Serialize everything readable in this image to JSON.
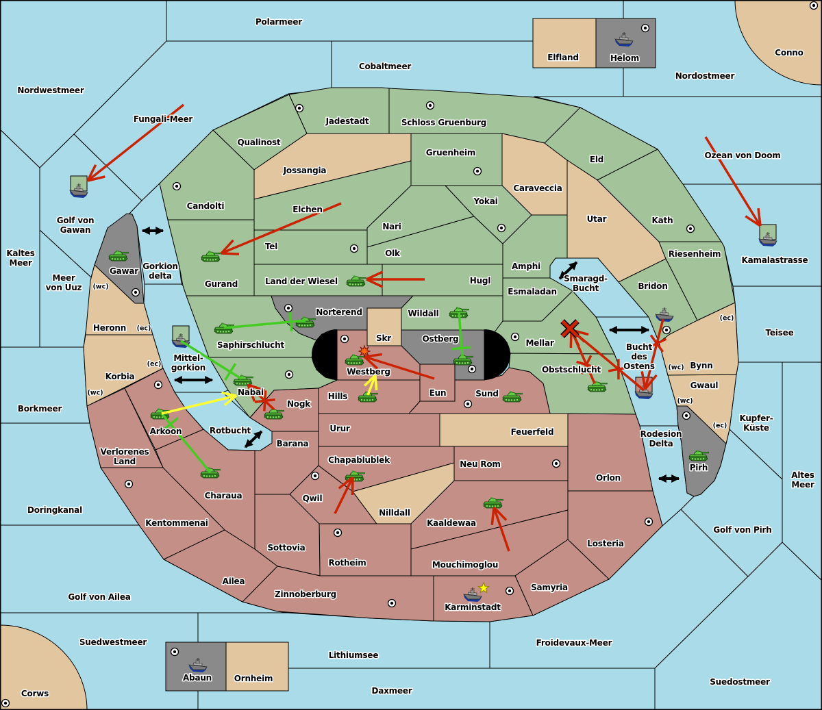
{
  "colors": {
    "sea": "#A9DCE8",
    "green": "#A3C49A",
    "pink": "#C38F86",
    "gray": "#8A8A8A",
    "neutral": "#E1C69F",
    "move": "#CC2200",
    "support": "#44CC22",
    "support_move": "#FFFF33",
    "passage": "#000000"
  },
  "territories": {
    "nordwestmeer": {
      "kind": "sea",
      "label": [
        "Nordwestmeer"
      ]
    },
    "polarmeer": {
      "kind": "sea",
      "label": [
        "Polarmeer"
      ]
    },
    "nordostmeer": {
      "kind": "sea",
      "label": [
        "Nordostmeer"
      ]
    },
    "cobaltmeer": {
      "kind": "sea",
      "label": [
        "Cobaltmeer"
      ]
    },
    "fungali_meer": {
      "kind": "sea",
      "label": [
        "Fungali-Meer"
      ]
    },
    "golf_von_gawan": {
      "kind": "sea",
      "label": [
        "Golf von",
        "Gawan"
      ]
    },
    "kaltes_meer": {
      "kind": "sea",
      "label": [
        "Kaltes",
        "Meer"
      ]
    },
    "meer_von_uuz": {
      "kind": "sea",
      "label": [
        "Meer",
        "von Uuz"
      ]
    },
    "gorkion_delta": {
      "kind": "sea",
      "label": [
        "Gorkion",
        "delta"
      ]
    },
    "mittelgorkion": {
      "kind": "sea",
      "label": [
        "Mittel-",
        "gorkion"
      ]
    },
    "rotbucht": {
      "kind": "sea",
      "label": [
        "Rotbucht"
      ]
    },
    "borkmeer": {
      "kind": "sea",
      "label": [
        "Borkmeer"
      ]
    },
    "doringkanal": {
      "kind": "sea",
      "label": [
        "Doringkanal"
      ]
    },
    "golf_von_ailea": {
      "kind": "sea",
      "label": [
        "Golf von Ailea"
      ]
    },
    "suedwestmeer": {
      "kind": "sea",
      "label": [
        "Suedwestmeer"
      ]
    },
    "lithiumsee": {
      "kind": "sea",
      "label": [
        "Lithiumsee"
      ]
    },
    "daxmeer": {
      "kind": "sea",
      "label": [
        "Daxmeer"
      ]
    },
    "froidevaux_meer": {
      "kind": "sea",
      "label": [
        "Froidevaux-Meer"
      ]
    },
    "suedostmeer": {
      "kind": "sea",
      "label": [
        "Suedostmeer"
      ]
    },
    "golf_von_pirh": {
      "kind": "sea",
      "label": [
        "Golf von Pirh"
      ]
    },
    "altes_meer": {
      "kind": "sea",
      "label": [
        "Altes",
        "Meer"
      ]
    },
    "kupfer_kueste": {
      "kind": "sea",
      "label": [
        "Kupfer-",
        "Küste"
      ]
    },
    "teisee": {
      "kind": "sea",
      "label": [
        "Teisee"
      ]
    },
    "kamalastrasse": {
      "kind": "sea",
      "label": [
        "Kamalastrasse"
      ]
    },
    "ozean_von_doom": {
      "kind": "sea",
      "label": [
        "Ozean von Doom"
      ]
    },
    "rodesion_delta": {
      "kind": "sea",
      "label": [
        "Rodesion",
        "Delta"
      ]
    },
    "bucht_des_ostens": {
      "kind": "sea",
      "label": [
        "Bucht",
        "des",
        "Ostens"
      ]
    },
    "smaragd_bucht": {
      "kind": "sea",
      "label": [
        "Smaragd-",
        "Bucht"
      ]
    },
    "conno": {
      "kind": "land",
      "owner": "neutral",
      "supply_center": true,
      "label": [
        "Conno"
      ]
    },
    "corws": {
      "kind": "land",
      "owner": "neutral",
      "supply_center": true,
      "label": [
        "Corws"
      ]
    },
    "elfland": {
      "kind": "land",
      "owner": "neutral",
      "supply_center": false,
      "label": [
        "Elfland"
      ]
    },
    "helom": {
      "kind": "land",
      "owner": "gray",
      "supply_center": true,
      "label": [
        "Helom"
      ]
    },
    "abaun": {
      "kind": "land",
      "owner": "gray",
      "supply_center": true,
      "label": [
        "Abaun"
      ]
    },
    "ornheim": {
      "kind": "land",
      "owner": "neutral",
      "supply_center": false,
      "label": [
        "Ornheim"
      ]
    },
    "qualinost": {
      "kind": "land",
      "owner": "green",
      "supply_center": false,
      "label": [
        "Qualinost"
      ]
    },
    "jadestadt": {
      "kind": "land",
      "owner": "green",
      "supply_center": true,
      "label": [
        "Jadestadt"
      ]
    },
    "schloss_gruenburg": {
      "kind": "land",
      "owner": "green",
      "supply_center": true,
      "label": [
        "Schloss Gruenburg"
      ]
    },
    "candolti": {
      "kind": "land",
      "owner": "green",
      "supply_center": true,
      "label": [
        "Candolti"
      ]
    },
    "gurand": {
      "kind": "land",
      "owner": "green",
      "supply_center": false,
      "label": [
        "Gurand"
      ]
    },
    "jossangia": {
      "kind": "land",
      "owner": "neutral",
      "supply_center": false,
      "label": [
        "Jossangia"
      ]
    },
    "elchen": {
      "kind": "land",
      "owner": "green",
      "supply_center": false,
      "label": [
        "Elchen"
      ]
    },
    "tel": {
      "kind": "land",
      "owner": "green",
      "supply_center": true,
      "label": [
        "Tel"
      ]
    },
    "nari": {
      "kind": "land",
      "owner": "green",
      "supply_center": false,
      "label": [
        "Nari"
      ]
    },
    "olk": {
      "kind": "land",
      "owner": "green",
      "supply_center": false,
      "label": [
        "Olk"
      ]
    },
    "gruenheim": {
      "kind": "land",
      "owner": "green",
      "supply_center": true,
      "label": [
        "Gruenheim"
      ]
    },
    "caraveccia": {
      "kind": "land",
      "owner": "neutral",
      "supply_center": false,
      "label": [
        "Caraveccia"
      ]
    },
    "yokai": {
      "kind": "land",
      "owner": "green",
      "supply_center": true,
      "label": [
        "Yokai"
      ]
    },
    "amphi": {
      "kind": "land",
      "owner": "green",
      "supply_center": false,
      "label": [
        "Amphi"
      ]
    },
    "land_der_wiesel": {
      "kind": "land",
      "owner": "green",
      "supply_center": false,
      "label": [
        "Land der Wiesel"
      ]
    },
    "hugl": {
      "kind": "land",
      "owner": "green",
      "supply_center": false,
      "label": [
        "Hugl"
      ]
    },
    "esmaladan": {
      "kind": "land",
      "owner": "green",
      "supply_center": false,
      "label": [
        "Esmaladan"
      ]
    },
    "eld": {
      "kind": "land",
      "owner": "green",
      "supply_center": false,
      "label": [
        "Eld"
      ]
    },
    "utar": {
      "kind": "land",
      "owner": "neutral",
      "supply_center": false,
      "label": [
        "Utar"
      ]
    },
    "kath": {
      "kind": "land",
      "owner": "green",
      "supply_center": true,
      "label": [
        "Kath"
      ]
    },
    "riesenheim": {
      "kind": "land",
      "owner": "green",
      "supply_center": false,
      "label": [
        "Riesenheim"
      ]
    },
    "bridon": {
      "kind": "land",
      "owner": "green",
      "supply_center": true,
      "label": [
        "Bridon"
      ]
    },
    "bynn": {
      "kind": "land",
      "owner": "neutral",
      "supply_center": false,
      "label": [
        "Bynn"
      ]
    },
    "gwaul": {
      "kind": "land",
      "owner": "neutral",
      "supply_center": false,
      "label": [
        "Gwaul"
      ]
    },
    "pirh": {
      "kind": "land",
      "owner": "gray",
      "supply_center": true,
      "label": [
        "Pirh"
      ]
    },
    "gawar": {
      "kind": "land",
      "owner": "gray",
      "supply_center": true,
      "label": [
        "Gawar"
      ]
    },
    "heronn": {
      "kind": "land",
      "owner": "neutral",
      "supply_center": false,
      "label": [
        "Heronn"
      ]
    },
    "korbia": {
      "kind": "land",
      "owner": "neutral",
      "supply_center": false,
      "label": [
        "Korbia"
      ]
    },
    "saphirschlucht": {
      "kind": "land",
      "owner": "green",
      "supply_center": false,
      "label": [
        "Saphirschlucht"
      ]
    },
    "norterend": {
      "kind": "land",
      "owner": "gray",
      "supply_center": true,
      "label": [
        "Norterend"
      ]
    },
    "wildall": {
      "kind": "land",
      "owner": "green",
      "supply_center": false,
      "label": [
        "Wildall"
      ]
    },
    "skr": {
      "kind": "land",
      "owner": "neutral",
      "supply_center": false,
      "label": [
        "Skr"
      ]
    },
    "westberg": {
      "kind": "land",
      "owner": "pink",
      "supply_center": true,
      "label": [
        "Westberg"
      ]
    },
    "ostberg": {
      "kind": "land",
      "owner": "gray",
      "supply_center": true,
      "label": [
        "Ostberg"
      ]
    },
    "eun": {
      "kind": "land",
      "owner": "pink",
      "supply_center": false,
      "label": [
        "Eun"
      ]
    },
    "mellar": {
      "kind": "land",
      "owner": "green",
      "supply_center": true,
      "label": [
        "Mellar"
      ]
    },
    "obstschlucht": {
      "kind": "land",
      "owner": "green",
      "supply_center": false,
      "label": [
        "Obstschlucht"
      ]
    },
    "sund": {
      "kind": "land",
      "owner": "pink",
      "supply_center": true,
      "label": [
        "Sund"
      ]
    },
    "hills": {
      "kind": "land",
      "owner": "pink",
      "supply_center": false,
      "label": [
        "Hills"
      ]
    },
    "nabai": {
      "kind": "land",
      "owner": "green",
      "supply_center": true,
      "label": [
        "Nabai"
      ]
    },
    "nogk": {
      "kind": "land",
      "owner": "pink",
      "supply_center": false,
      "label": [
        "Nogk"
      ]
    },
    "urur": {
      "kind": "land",
      "owner": "pink",
      "supply_center": false,
      "label": [
        "Urur"
      ]
    },
    "feuerfeld": {
      "kind": "land",
      "owner": "neutral",
      "supply_center": false,
      "label": [
        "Feuerfeld"
      ]
    },
    "orlon": {
      "kind": "land",
      "owner": "pink",
      "supply_center": false,
      "label": [
        "Orlon"
      ]
    },
    "barana": {
      "kind": "land",
      "owner": "pink",
      "supply_center": false,
      "label": [
        "Barana"
      ]
    },
    "chapablublek": {
      "kind": "land",
      "owner": "pink",
      "supply_center": false,
      "label": [
        "Chapablublek"
      ]
    },
    "neu_rom": {
      "kind": "land",
      "owner": "pink",
      "supply_center": true,
      "label": [
        "Neu Rom"
      ]
    },
    "qwil": {
      "kind": "land",
      "owner": "pink",
      "supply_center": true,
      "label": [
        "Qwil"
      ]
    },
    "nilldall": {
      "kind": "land",
      "owner": "neutral",
      "supply_center": false,
      "label": [
        "Nilldall"
      ]
    },
    "kaaldewaa": {
      "kind": "land",
      "owner": "pink",
      "supply_center": false,
      "label": [
        "Kaaldewaa"
      ]
    },
    "mouchimoglou": {
      "kind": "land",
      "owner": "pink",
      "supply_center": false,
      "label": [
        "Mouchimoglou"
      ]
    },
    "losteria": {
      "kind": "land",
      "owner": "pink",
      "supply_center": true,
      "label": [
        "Losteria"
      ]
    },
    "samyria": {
      "kind": "land",
      "owner": "pink",
      "supply_center": false,
      "label": [
        "Samyria"
      ]
    },
    "karminstadt": {
      "kind": "land",
      "owner": "pink",
      "supply_center": true,
      "label": [
        "Karminstadt"
      ]
    },
    "rotheim": {
      "kind": "land",
      "owner": "pink",
      "supply_center": true,
      "label": [
        "Rotheim"
      ]
    },
    "sottovia": {
      "kind": "land",
      "owner": "pink",
      "supply_center": false,
      "label": [
        "Sottovia"
      ]
    },
    "zinnoberburg": {
      "kind": "land",
      "owner": "pink",
      "supply_center": true,
      "label": [
        "Zinnoberburg"
      ]
    },
    "ailea": {
      "kind": "land",
      "owner": "pink",
      "supply_center": false,
      "label": [
        "Ailea"
      ]
    },
    "kentommenai": {
      "kind": "land",
      "owner": "pink",
      "supply_center": true,
      "label": [
        "Kentommenai"
      ]
    },
    "charaua": {
      "kind": "land",
      "owner": "pink",
      "supply_center": false,
      "label": [
        "Charaua"
      ]
    },
    "verlorenes_land": {
      "kind": "land",
      "owner": "pink",
      "supply_center": false,
      "label": [
        "Verlorenes",
        "Land"
      ]
    },
    "arkoon": {
      "kind": "land",
      "owner": "pink",
      "supply_center": true,
      "label": [
        "Arkoon"
      ]
    }
  },
  "coast_labels": [
    {
      "territory": "heronn",
      "text": "(wc)"
    },
    {
      "territory": "heronn",
      "text": "(ec)"
    },
    {
      "territory": "korbia",
      "text": "(ec)"
    },
    {
      "territory": "korbia",
      "text": "(wc)"
    },
    {
      "territory": "bynn",
      "text": "(ec)"
    },
    {
      "territory": "bynn",
      "text": "(wc)"
    },
    {
      "territory": "gwaul",
      "text": "(wc)"
    },
    {
      "territory": "gwaul",
      "text": "(ec)"
    }
  ],
  "passages": [
    "gorkion_delta",
    "mittelgorkion",
    "rotbucht",
    "smaragd_bucht",
    "bucht_des_ostens",
    "rodesion_delta"
  ],
  "units": [
    {
      "type": "army",
      "territory": "gawar"
    },
    {
      "type": "army",
      "territory": "gurand"
    },
    {
      "type": "army",
      "territory": "land_der_wiesel"
    },
    {
      "type": "army",
      "territory": "saphirschlucht"
    },
    {
      "type": "army",
      "territory": "norterend"
    },
    {
      "type": "army",
      "territory": "wildall"
    },
    {
      "type": "army",
      "territory": "ostberg"
    },
    {
      "type": "army",
      "territory": "westberg"
    },
    {
      "type": "army",
      "territory": "hills"
    },
    {
      "type": "army",
      "territory": "sund"
    },
    {
      "type": "army",
      "territory": "nabai"
    },
    {
      "type": "army",
      "territory": "nogk"
    },
    {
      "type": "army",
      "territory": "arkoon"
    },
    {
      "type": "army",
      "territory": "charaua"
    },
    {
      "type": "army",
      "territory": "chapablublek"
    },
    {
      "type": "army",
      "territory": "kaaldewaa"
    },
    {
      "type": "army",
      "territory": "obstschlucht"
    },
    {
      "type": "army",
      "territory": "pirh"
    },
    {
      "type": "fleet",
      "territory": "golf_von_gawan",
      "owner_marker": "green"
    },
    {
      "type": "fleet",
      "territory": "helom"
    },
    {
      "type": "fleet",
      "territory": "kamalastrasse",
      "owner_marker": "green"
    },
    {
      "type": "fleet",
      "territory": "mittelgorkion",
      "owner_marker": "green"
    },
    {
      "type": "fleet",
      "territory": "bridon"
    },
    {
      "type": "fleet",
      "territory": "bucht_des_ostens",
      "owner_marker": "pink"
    },
    {
      "type": "fleet",
      "territory": "karminstadt"
    },
    {
      "type": "fleet",
      "territory": "abaun"
    }
  ],
  "orders": [
    {
      "type": "move",
      "unit": "fleet",
      "from": "fungali_meer",
      "to": "golf_von_gawan",
      "failed": false
    },
    {
      "type": "move",
      "unit": "army",
      "from": "elchen",
      "to": "gurand",
      "failed": false
    },
    {
      "type": "move",
      "unit": "army",
      "from": "hugl",
      "to": "land_der_wiesel",
      "failed": false
    },
    {
      "type": "move",
      "unit": "army",
      "from": "eun",
      "to": "westberg",
      "failed": false
    },
    {
      "type": "move",
      "unit": "fleet",
      "from": "ozean_von_doom",
      "to": "kamalastrasse",
      "failed": false
    },
    {
      "type": "move",
      "unit": "army",
      "from": "qwil",
      "to": "chapablublek",
      "failed": false
    },
    {
      "type": "move",
      "unit": "army",
      "from": "mouchimoglou",
      "to": "kaaldewaa",
      "failed": false
    },
    {
      "type": "move",
      "unit": "army",
      "from": "obstschlucht",
      "to": "mellar",
      "failed": true
    },
    {
      "type": "move",
      "unit": "fleet",
      "from": "bucht_des_ostens",
      "to": "mellar",
      "failed": true
    },
    {
      "type": "move",
      "unit": "fleet",
      "from": "bridon",
      "to": "bucht_des_ostens",
      "failed": true
    },
    {
      "type": "move",
      "unit": "army",
      "from": "nogk",
      "to": "nabai",
      "failed": true
    },
    {
      "type": "support",
      "unit": "army",
      "from": "saphirschlucht",
      "to": "norterend"
    },
    {
      "type": "support",
      "unit": "army",
      "from": "wildall",
      "to": "ostberg"
    },
    {
      "type": "support",
      "unit": "fleet",
      "from": "mittelgorkion",
      "to": "nabai"
    },
    {
      "type": "support",
      "unit": "army",
      "from": "charaua",
      "to": "arkoon"
    },
    {
      "type": "support_move",
      "unit": "army",
      "from": "arkoon",
      "to": "nabai"
    },
    {
      "type": "support_move",
      "unit": "army",
      "from": "hills",
      "to": "westberg"
    }
  ],
  "markers": [
    {
      "type": "standoff",
      "territory": "mellar"
    },
    {
      "type": "dislodged",
      "territory": "westberg"
    },
    {
      "type": "star",
      "territory": "karminstadt"
    }
  ]
}
